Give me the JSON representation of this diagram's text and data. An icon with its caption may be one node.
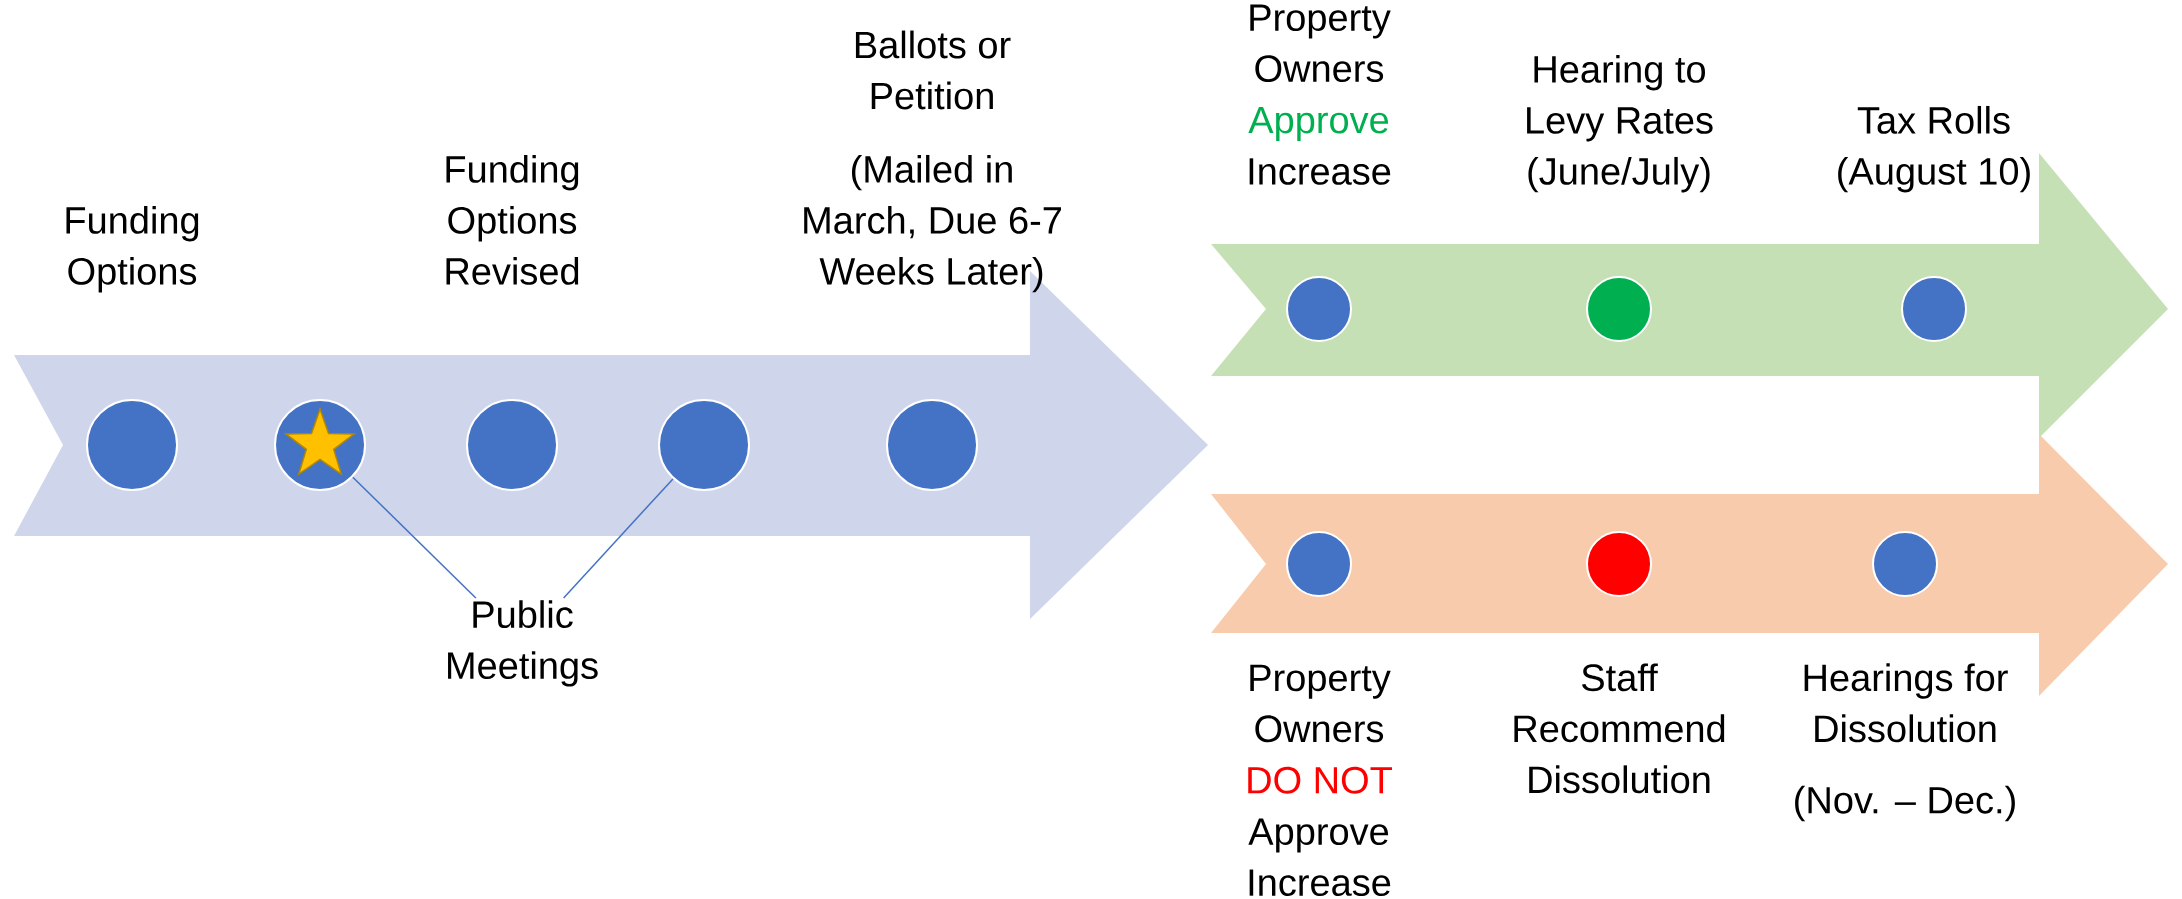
{
  "diagram": {
    "nodes": [
      {
        "text": [
          "Funding Options"
        ]
      },
      {
        "text": [],
        "shape": "circle"
      },
      {
        "text": [
          "Funding Options Revised"
        ]
      },
      {
        "text": [],
        "shape": "circle"
      },
      {
        "text": [
          "Ballots or Petition",
          "(Mailed in March, Due 6-7 Weeks Later)"
        ]
      },
      {
        "text": [
          "Public Meetings"
        ]
      },
      {
        "text": [
          "Property Owners",
          "Approve",
          "Increase"
        ]
      },
      {
        "text": [
          "Hearing to Levy Rates (June/July)"
        ]
      },
      {
        "text": [
          "Tax Rolls (August 10)"
        ]
      },
      {
        "text": [
          "Property Owners",
          "DO NOT",
          "Approve Increase"
        ]
      },
      {
        "text": [
          "Staff Recommend Dissolution"
        ]
      },
      {
        "text": [
          "Hearings for Dissolution",
          "(Nov. – Dec.)"
        ]
      }
    ],
    "edges": [
      {
        "from": 5,
        "to": 1,
        "arrow": "none"
      },
      {
        "from": 5,
        "to": 3,
        "arrow": "none"
      }
    ]
  }
}
